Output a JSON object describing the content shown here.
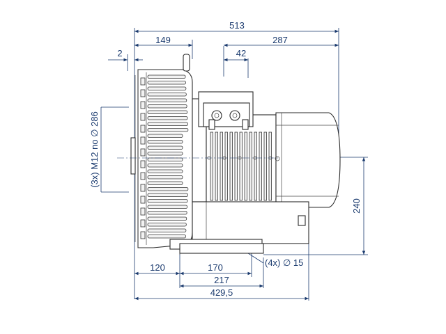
{
  "dimensions": {
    "overall_length": "513",
    "inlet_width": "149",
    "motor_length": "287",
    "offset_top": "2",
    "terminal_offset": "42",
    "height": "240",
    "foot_offset": "120",
    "foot_spacing": "170",
    "foot_length": "217",
    "base_length": "429,5",
    "mounting_holes": "(3x) M12 no ∅ 286",
    "foot_holes": "(4x) ∅ 15"
  },
  "colors": {
    "dimension": "#1a3a6e",
    "outline": "#2a2a2a"
  }
}
